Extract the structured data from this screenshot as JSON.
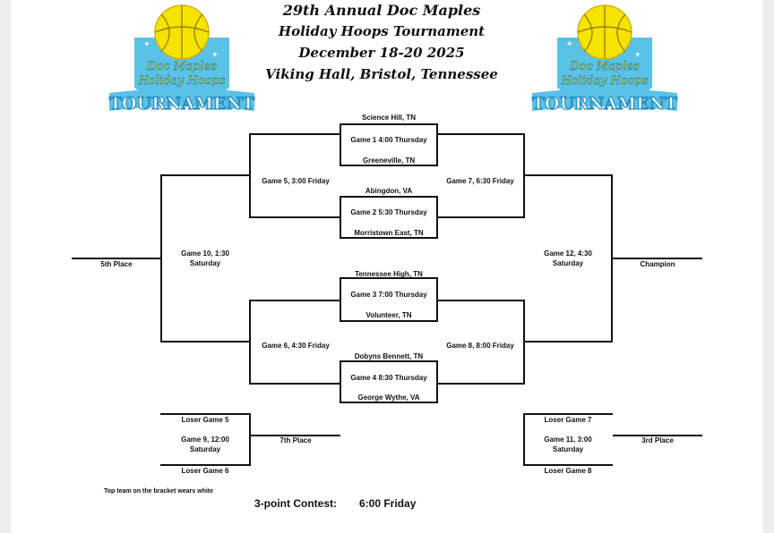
{
  "header": {
    "line1": "29th Annual Doc Maples",
    "line2": "Holiday Hoops Tournament",
    "line3": "December 18-20 2025",
    "line4": "Viking Hall, Bristol, Tennessee"
  },
  "logo": {
    "line1": "Doc Maples",
    "line2": "Holiday Hoops",
    "banner": "TOURNAMENT",
    "colors": {
      "ball": "#f5e400",
      "shield": "#5bc2e7",
      "banner_fill": "#ffffff",
      "banner_stroke": "#2a8fc1",
      "text": "#f0e000"
    }
  },
  "games": {
    "g1": {
      "top": "Science Hill, TN",
      "label": "Game 1 4:00 Thursday",
      "bottom": "Greeneville, TN"
    },
    "g2": {
      "top": "Abingdon, VA",
      "label": "Game 2 5:30 Thursday",
      "bottom": "Morristown East, TN"
    },
    "g3": {
      "top": "Tennessee High, TN",
      "label": "Game 3 7:00 Thursday",
      "bottom": "Volunteer, TN"
    },
    "g4": {
      "top": "Dobyns Bennett, TN",
      "label": "Game 4 8:30 Thursday",
      "bottom": "George Wythe, VA"
    },
    "g5": "Game 5, 3:00 Friday",
    "g6": "Game 6, 4:30 Friday",
    "g7": "Game 7, 6:30 Friday",
    "g8": "Game 8, 8:00 Friday",
    "g10": {
      "line1": "Game 10, 1:30",
      "line2": "Saturday"
    },
    "g12": {
      "line1": "Game 12, 4:30",
      "line2": "Saturday"
    },
    "g9": {
      "line1": "Game 9, 12:00",
      "line2": "Saturday",
      "top": "Loser Game 5",
      "bottom": "Loser Game 6",
      "result": "7th Place"
    },
    "g11": {
      "line1": "Game 11, 3:00",
      "line2": "Saturday",
      "top": "Loser Game 7",
      "bottom": "Loser Game 8",
      "result": "3rd Place"
    }
  },
  "places": {
    "fifth": "5th Place",
    "champion": "Champion"
  },
  "notes": {
    "top_team": "Top team on the bracket wears white",
    "contest_label": "3-point Contest:",
    "contest_time": "6:00 Friday"
  }
}
